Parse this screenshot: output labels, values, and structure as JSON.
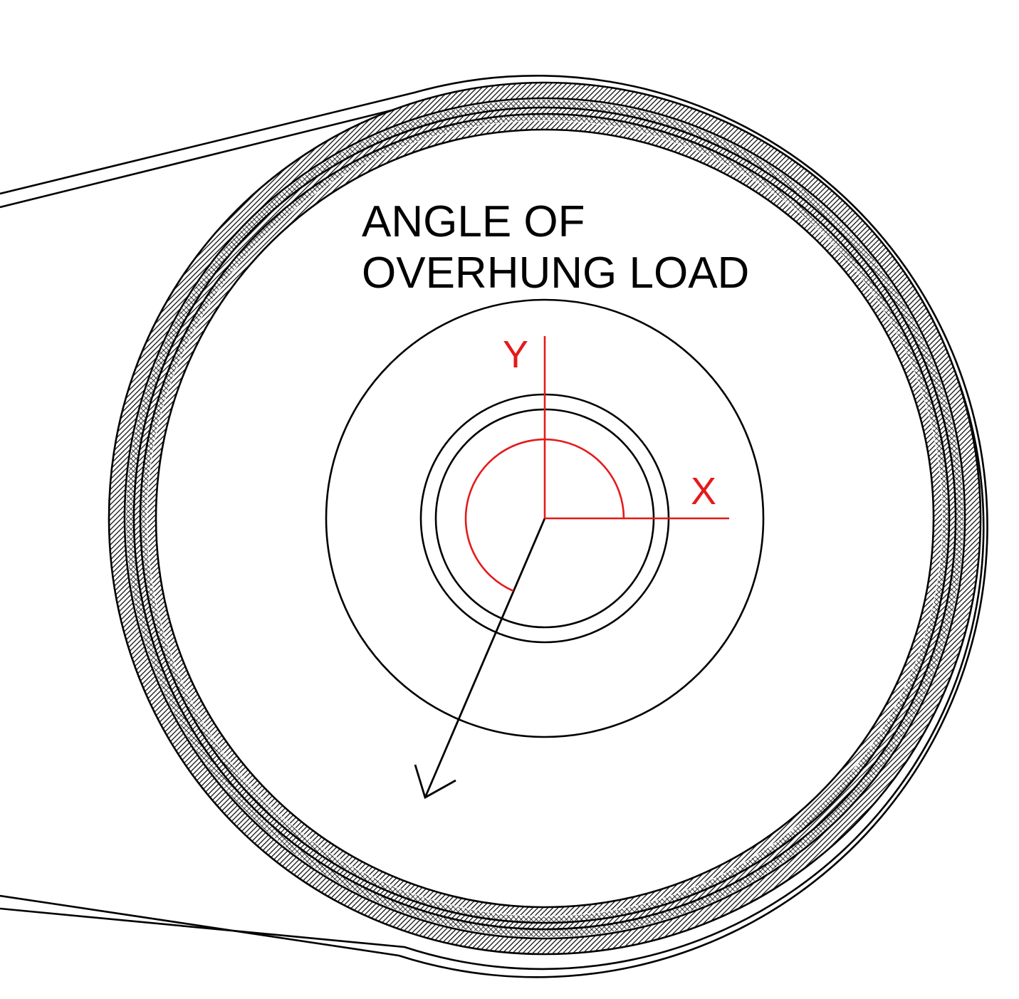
{
  "title": {
    "line1": "ANGLE OF",
    "line2": "OVERHUNG LOAD"
  },
  "axes": {
    "x_label": "X",
    "y_label": "Y"
  },
  "colors": {
    "axis_red": "#e41a1a",
    "ink": "#000000",
    "background": "#ffffff"
  }
}
